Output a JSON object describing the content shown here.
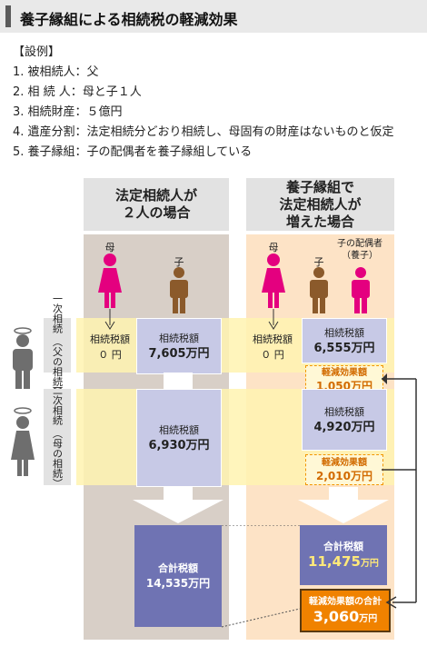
{
  "title": "養子縁組による相続税の軽減効果",
  "conditions": {
    "heading": "【設例】",
    "items": [
      "1. 被相続人：父",
      "2. 相 続 人：母と子１人",
      "3. 相続財産：５億円",
      "4. 遺産分割：法定相続分どおり相続し、母固有の財産はないものと仮定",
      "5. 養子縁組：子の配偶者を養子縁組している"
    ]
  },
  "columns": {
    "left": {
      "header": "法定相続人が\n２人の場合"
    },
    "right": {
      "header": "養子縁組で\n法定相続人が\n増えた場合"
    }
  },
  "people": {
    "mother": "母",
    "child": "子",
    "adoptee": "子の配偶者\n（養子）"
  },
  "rows": {
    "first": {
      "label": "一次相続\n（父の相続）"
    },
    "second": {
      "label": "二次相続\n（母の相続）"
    }
  },
  "tax_label": "相続税額",
  "total_label": "合計税額",
  "effect_label": "軽減効果額",
  "effect_total_label": "軽減効果額の合計",
  "values": {
    "left_first_mother": "０ 円",
    "left_first_child": "7,605万円",
    "left_second_child": "6,930万円",
    "left_total": "14,535万円",
    "right_first_mother": "０ 円",
    "right_first_child": "6,555万円",
    "right_first_effect": "1,050万円",
    "right_second_child": "4,920万円",
    "right_second_effect": "2,010万円",
    "right_total": "11,475",
    "right_total_unit": "万円",
    "effect_total": "3,060",
    "effect_total_unit": "万円"
  },
  "colors": {
    "left_bg": "#d8cfc7",
    "right_bg": "#fde3c6",
    "row_band": "#fff3b0",
    "tax_box": "#c7c9e6",
    "total_box": "#6f73b3",
    "effect_text": "#d26b00",
    "effect_total_bg": "#f08200",
    "mother_icon": "#e4007f",
    "child_icon": "#8b5a2b",
    "person_gray": "#6e6e6e"
  },
  "icons": [
    "mother-icon",
    "child-icon",
    "adoptee-icon",
    "father-icon",
    "mother-halo-icon",
    "arrow-icon"
  ]
}
